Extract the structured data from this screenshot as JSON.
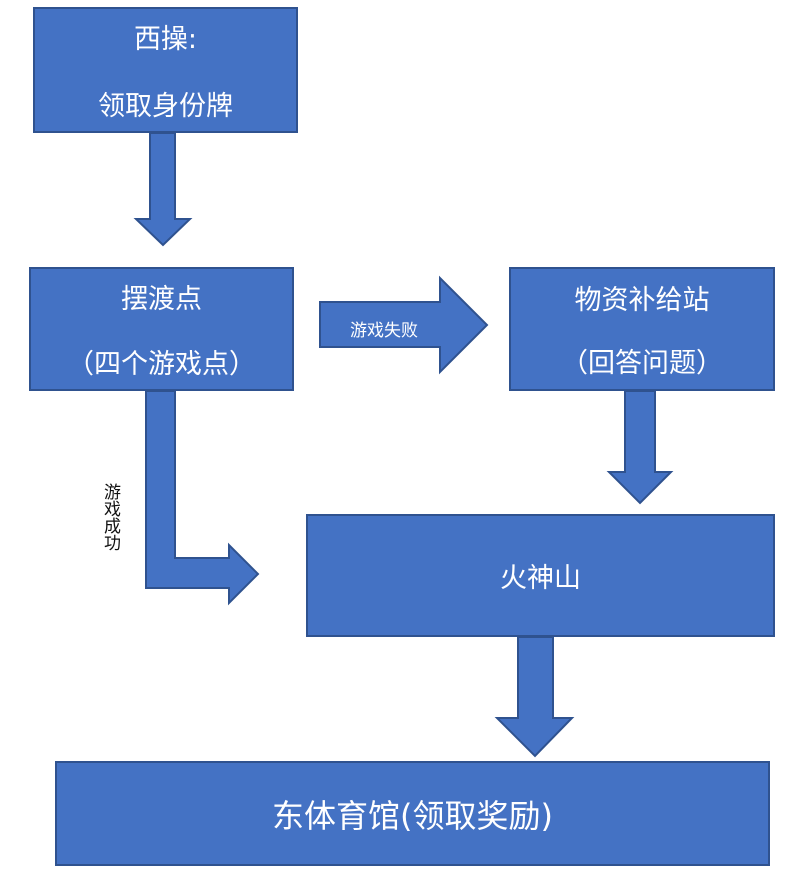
{
  "flowchart": {
    "start_box": {
      "line1": "西操:",
      "line2": "领取身份牌"
    },
    "ferry_box": {
      "line1": "摆渡点",
      "line2": "（四个游戏点）"
    },
    "supply_box": {
      "line1": "物资补给站",
      "line2": "（回答问题）"
    },
    "mountain_box": {
      "label": "火神山"
    },
    "final_box": {
      "label": "东体育馆(领取奖励)"
    },
    "edge_fail_label": "游戏失败",
    "edge_success_label": "游戏成功"
  },
  "colors": {
    "box_fill": "#4472c4",
    "box_border": "#2f528f",
    "arrow_fill": "#4472c4",
    "box_text": "#ffffff"
  }
}
